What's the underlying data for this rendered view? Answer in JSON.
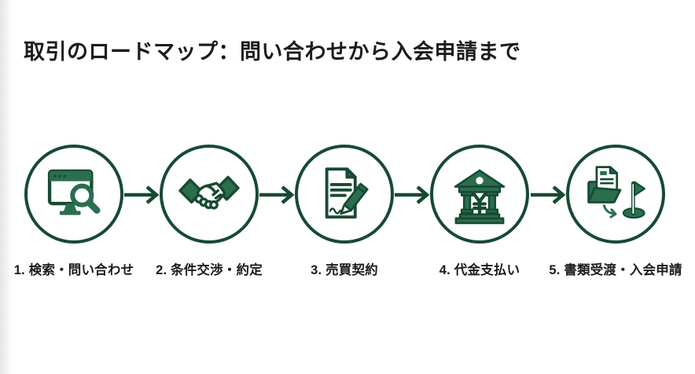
{
  "title": "取引のロードマップ：問い合わせから入会申請まで",
  "colors": {
    "outline_green": "#174a33",
    "fill_green": "#2b6e4e",
    "text": "#1c1c1c",
    "background": "#ffffff"
  },
  "steps": [
    {
      "label": "1. 検索・問い合わせ",
      "icon": "monitor-search-icon"
    },
    {
      "label": "2. 条件交渉・約定",
      "icon": "handshake-icon"
    },
    {
      "label": "3. 売買契約",
      "icon": "contract-signing-icon"
    },
    {
      "label": "4. 代金支払い",
      "icon": "bank-yen-icon"
    },
    {
      "label": "5. 書類受渡・入会申請",
      "icon": "folder-golf-flag-icon"
    }
  ],
  "flow": {
    "direction": "left-to-right",
    "connector_arrows": 4
  }
}
